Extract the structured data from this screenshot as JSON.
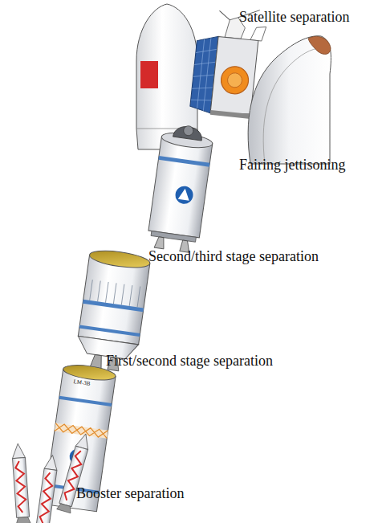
{
  "diagram": {
    "labels": [
      "Satellite separation",
      "Fairing jettisoning",
      "Second/third stage separation",
      "First/second stage separation",
      "LM-3B",
      "Booster separation"
    ]
  }
}
